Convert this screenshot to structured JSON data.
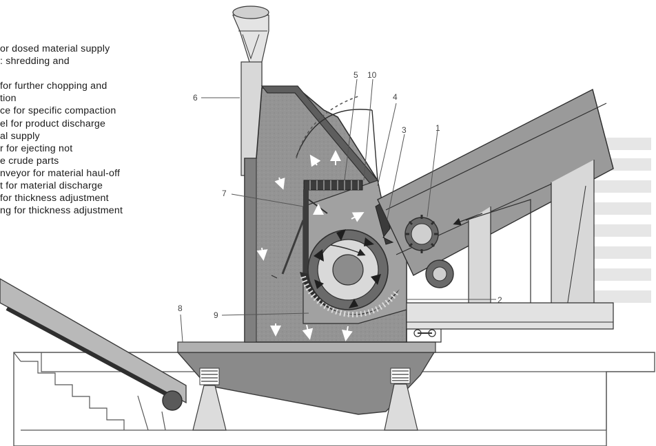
{
  "legend": {
    "lines": [
      "or dosed material supply",
      ": shredding and",
      "",
      " for further chopping and",
      "tion",
      "ce for specific compaction",
      "el for product discharge",
      "al supply",
      "r for ejecting not",
      "e crude parts",
      "nveyor for material haul-off",
      "t for material discharge",
      "for thickness adjustment",
      "ng for thickness adjustment"
    ]
  },
  "callouts": {
    "n1": "1",
    "n2": "2",
    "n3": "3",
    "n4": "4",
    "n5": "5",
    "n6": "6",
    "n7": "7",
    "n8": "8",
    "n9": "9",
    "n10": "10"
  },
  "colors": {
    "body_fill": "#8f8f8f",
    "dark_fill": "#5c5c5c",
    "light_fill": "#d6d6d6",
    "outline": "#3a3a3a",
    "hatch_bg": "#b5b5b5"
  }
}
